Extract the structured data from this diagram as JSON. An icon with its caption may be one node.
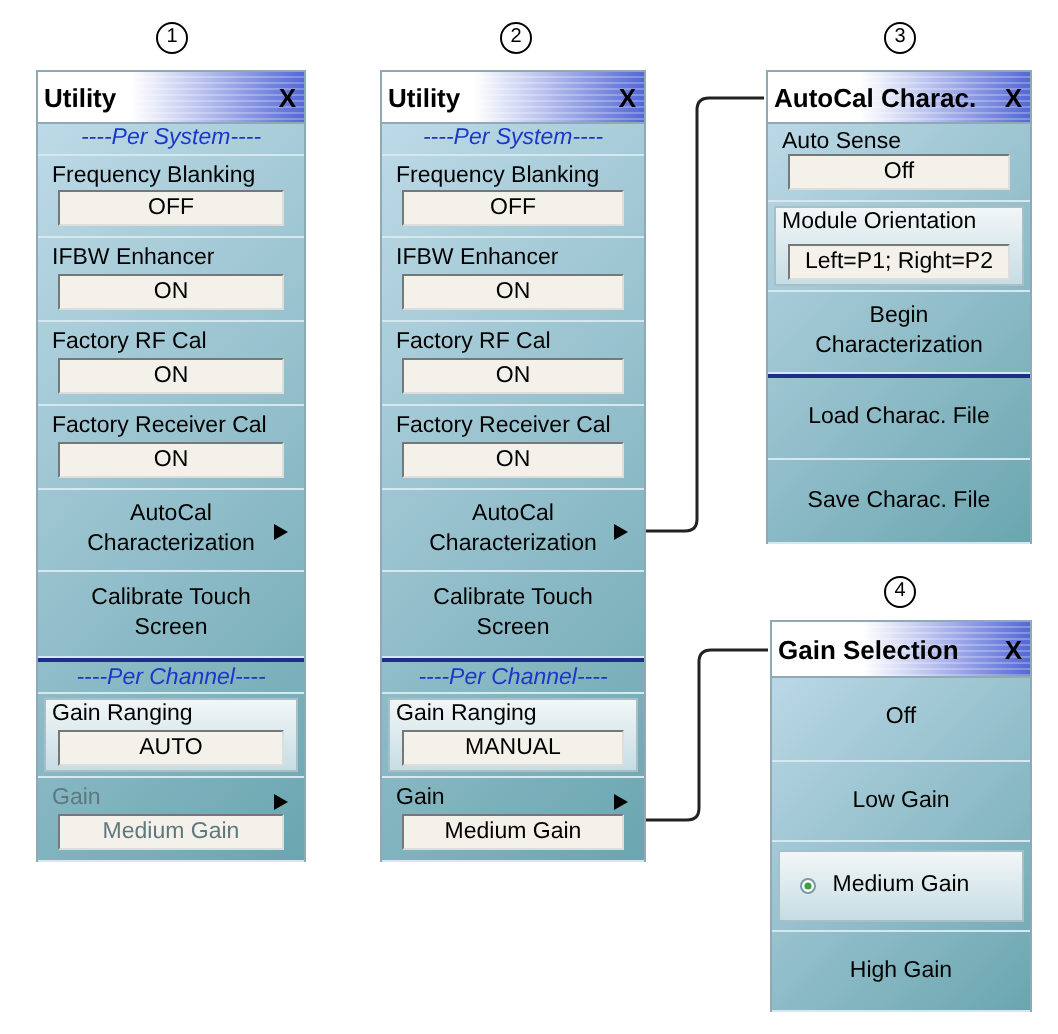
{
  "diagram": {
    "nodes": [
      {
        "text": [
          "Utility",
          "X"
        ]
      },
      {
        "text": [
          "----Per System----"
        ],
        "in": 0
      },
      {
        "text": [
          "Frequency Blanking",
          "OFF"
        ],
        "in": 0
      },
      {
        "text": [
          "IFBW Enhancer",
          "ON"
        ],
        "in": 0
      },
      {
        "text": [
          "Factory RF Cal",
          "ON"
        ],
        "in": 0
      },
      {
        "text": [
          "Factory Receiver Cal",
          "ON"
        ],
        "in": 0
      },
      {
        "text": [
          "AutoCal Characterization"
        ],
        "in": 0
      },
      {
        "text": [
          "Calibrate Touch Screen"
        ],
        "in": 0
      },
      {
        "text": [
          "----Per Channel----"
        ],
        "in": 0
      },
      {
        "text": [
          "Gain Ranging",
          "AUTO"
        ],
        "in": 0
      },
      {
        "text": [
          "Gain",
          "Medium Gain"
        ],
        "in": 0
      },
      {
        "text": [
          "Utility",
          "X"
        ]
      },
      {
        "text": [
          "----Per System----"
        ],
        "in": 11
      },
      {
        "text": [
          "Frequency Blanking",
          "OFF"
        ],
        "in": 11
      },
      {
        "text": [
          "IFBW Enhancer",
          "ON"
        ],
        "in": 11
      },
      {
        "text": [
          "Factory RF Cal",
          "ON"
        ],
        "in": 11
      },
      {
        "text": [
          "Factory Receiver Cal",
          "ON"
        ],
        "in": 11
      },
      {
        "text": [
          "AutoCal Characterization"
        ],
        "in": 11
      },
      {
        "text": [
          "Calibrate Touch Screen"
        ],
        "in": 11
      },
      {
        "text": [
          "----Per Channel----"
        ],
        "in": 11
      },
      {
        "text": [
          "Gain Ranging",
          "MANUAL"
        ],
        "in": 11
      },
      {
        "text": [
          "Gain",
          "Medium Gain"
        ],
        "in": 11
      },
      {
        "text": [
          "AutoCal Charac.",
          "X"
        ]
      },
      {
        "text": [
          "Auto Sense",
          "Off"
        ],
        "in": 22
      },
      {
        "text": [
          "Module Orientation",
          "Left=P1; Right=P2"
        ],
        "in": 22
      },
      {
        "text": [
          "Begin Characterization"
        ],
        "in": 22
      },
      {
        "text": [
          "Load Charac. File"
        ],
        "in": 22
      },
      {
        "text": [
          "Save Charac. File"
        ],
        "in": 22
      },
      {
        "text": [
          "Gain Selection",
          "X"
        ]
      },
      {
        "text": [
          "Off"
        ],
        "in": 28
      },
      {
        "text": [
          "Low Gain"
        ],
        "in": 28
      },
      {
        "text": [
          "Medium Gain"
        ],
        "in": 28
      },
      {
        "text": [
          "High Gain"
        ],
        "in": 28
      }
    ],
    "edges": [
      {
        "from": 17,
        "to": 22,
        "arrow": "none"
      },
      {
        "from": 21,
        "to": 28,
        "arrow": "none"
      }
    ],
    "labels": [
      "1",
      "2",
      "3",
      "4"
    ]
  }
}
